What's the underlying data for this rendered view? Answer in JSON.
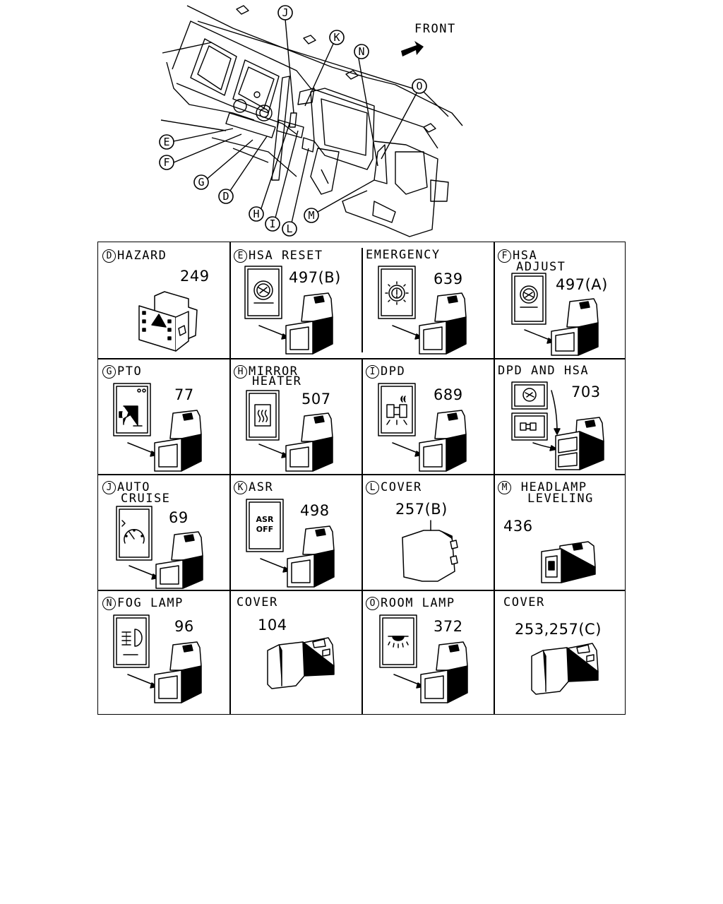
{
  "overview": {
    "direction_label": "FRONT",
    "callouts": [
      "J",
      "K",
      "N",
      "O",
      "E",
      "F",
      "G",
      "D",
      "H",
      "I",
      "L",
      "M"
    ]
  },
  "panels": {
    "hazard": {
      "letter": "D",
      "title": "HAZARD",
      "part": "249"
    },
    "hsa_reset": {
      "letter": "E",
      "title": "HSA RESET",
      "part": "497(B)",
      "icon": "hsa-icon"
    },
    "emergency": {
      "letter": "",
      "title": "EMERGENCY",
      "part": "639",
      "icon": "exhaust-brake-icon"
    },
    "hsa_adjust": {
      "letter": "F",
      "title_1": "HSA",
      "title_2": "ADJUST",
      "part": "497(A)",
      "icon": "hsa-icon"
    },
    "pto": {
      "letter": "G",
      "title": "PTO",
      "part": "77",
      "icon": "pto-icon"
    },
    "mirror": {
      "letter": "H",
      "title_1": "MIRROR",
      "title_2": "HEATER",
      "part": "507",
      "icon": "mirror-heater-icon"
    },
    "dpd": {
      "letter": "I",
      "title": "DPD",
      "part": "689",
      "icon": "dpd-icon"
    },
    "dpd_hsa": {
      "letter": "",
      "title": "DPD AND HSA",
      "part": "703",
      "icon": "dpd-hsa-icon"
    },
    "auto_cruise": {
      "letter": "J",
      "title_1": "AUTO",
      "title_2": "CRUISE",
      "part": "69",
      "icon": "cruise-icon"
    },
    "asr": {
      "letter": "K",
      "title": "ASR",
      "part": "498",
      "icon_text_1": "ASR",
      "icon_text_2": "OFF"
    },
    "cover_l": {
      "letter": "L",
      "title": "COVER",
      "part": "257(B)"
    },
    "headlamp": {
      "letter": "M",
      "title_1": "HEADLAMP",
      "title_2": "LEVELING",
      "part": "436"
    },
    "fog": {
      "letter": "N",
      "title": "FOG LAMP",
      "part": "96",
      "icon": "fog-lamp-icon"
    },
    "cover_104": {
      "letter": "",
      "title": "COVER",
      "part": "104"
    },
    "room": {
      "letter": "O",
      "title": "ROOM LAMP",
      "part": "372",
      "icon": "room-lamp-icon"
    },
    "cover_253": {
      "letter": "",
      "title": "COVER",
      "part": "253,257(C)"
    }
  }
}
